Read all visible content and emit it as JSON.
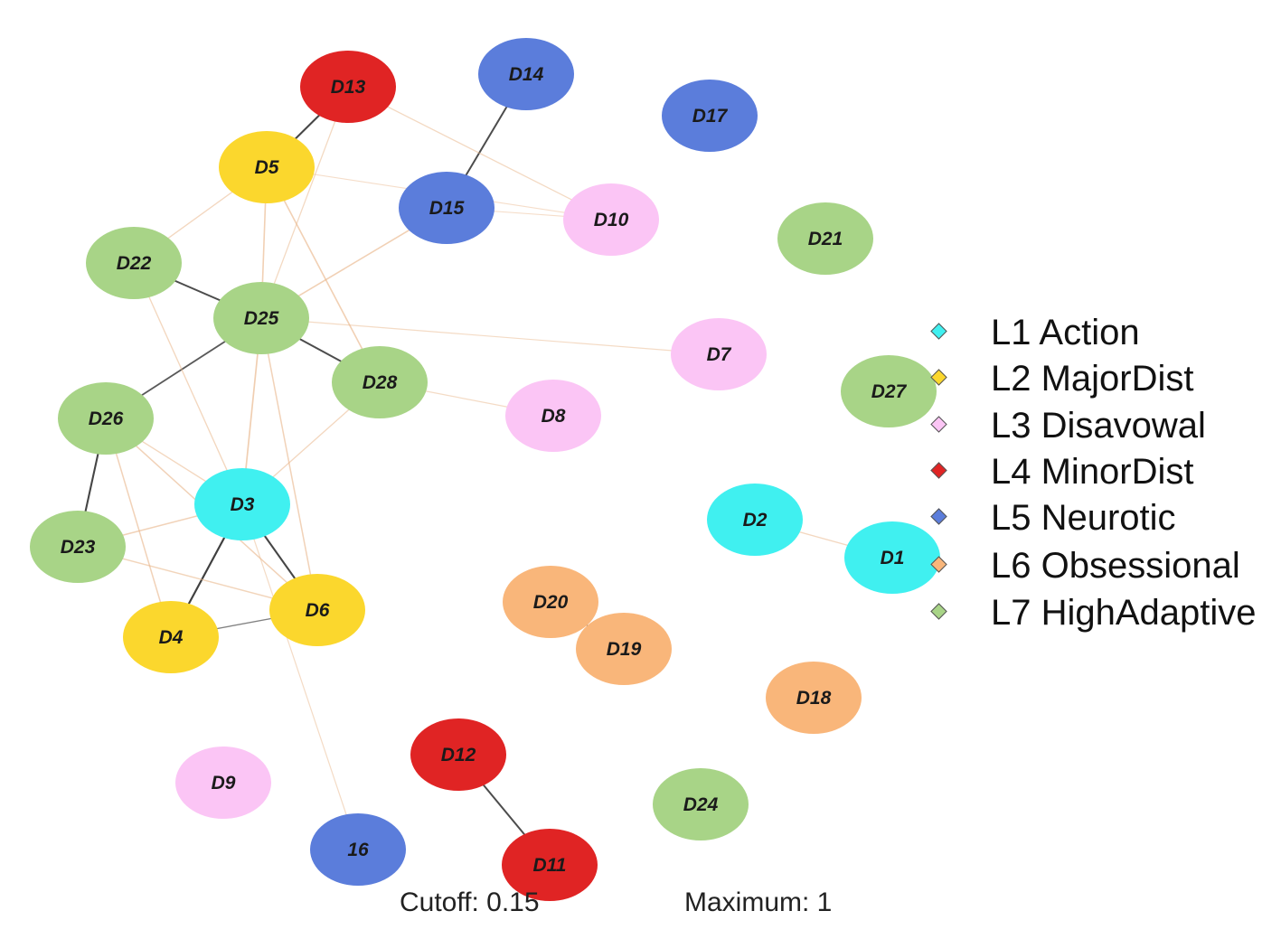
{
  "legend": {
    "items": [
      {
        "label": "L1 Action",
        "color": "#40f0f0"
      },
      {
        "label": "L2 MajorDist",
        "color": "#fbd72d"
      },
      {
        "label": "L3 Disavowal",
        "color": "#fbc5f5"
      },
      {
        "label": "L4 MinorDist",
        "color": "#e02424"
      },
      {
        "label": "L5 Neurotic",
        "color": "#5b7ddb"
      },
      {
        "label": "L6 Obsessional",
        "color": "#f9b67a"
      },
      {
        "label": "L7 HighAdaptive",
        "color": "#a8d487"
      }
    ]
  },
  "footer": {
    "cutoff": "Cutoff: 0.15",
    "maximum": "Maximum: 1"
  },
  "graph": {
    "nodes": [
      {
        "id": "D1",
        "label": "D1",
        "group": 0
      },
      {
        "id": "D2",
        "label": "D2",
        "group": 0
      },
      {
        "id": "D3",
        "label": "D3",
        "group": 0
      },
      {
        "id": "D4",
        "label": "D4",
        "group": 1
      },
      {
        "id": "D5",
        "label": "D5",
        "group": 1
      },
      {
        "id": "D6",
        "label": "D6",
        "group": 1
      },
      {
        "id": "D7",
        "label": "D7",
        "group": 2
      },
      {
        "id": "D8",
        "label": "D8",
        "group": 2
      },
      {
        "id": "D9",
        "label": "D9",
        "group": 2
      },
      {
        "id": "D10",
        "label": "D10",
        "group": 2
      },
      {
        "id": "D11",
        "label": "D11",
        "group": 3
      },
      {
        "id": "D12",
        "label": "D12",
        "group": 3
      },
      {
        "id": "D13",
        "label": "D13",
        "group": 3
      },
      {
        "id": "D14",
        "label": "D14",
        "group": 4
      },
      {
        "id": "D15",
        "label": "D15",
        "group": 4
      },
      {
        "id": "16",
        "label": "16",
        "group": 4
      },
      {
        "id": "D17",
        "label": "D17",
        "group": 4
      },
      {
        "id": "D18",
        "label": "D18",
        "group": 5
      },
      {
        "id": "D19",
        "label": "D19",
        "group": 5
      },
      {
        "id": "D20",
        "label": "D20",
        "group": 5
      },
      {
        "id": "D21",
        "label": "D21",
        "group": 6
      },
      {
        "id": "D22",
        "label": "D22",
        "group": 6
      },
      {
        "id": "D23",
        "label": "D23",
        "group": 6
      },
      {
        "id": "D24",
        "label": "D24",
        "group": 6
      },
      {
        "id": "D25",
        "label": "D25",
        "group": 6
      },
      {
        "id": "D26",
        "label": "D26",
        "group": 6
      },
      {
        "id": "D27",
        "label": "D27",
        "group": 6
      },
      {
        "id": "D28",
        "label": "D28",
        "group": 6
      }
    ],
    "edges": [
      {
        "from": "D5",
        "to": "D13",
        "sign": "positive",
        "strength": 0.8
      },
      {
        "from": "D14",
        "to": "D15",
        "sign": "positive",
        "strength": 0.75
      },
      {
        "from": "D22",
        "to": "D25",
        "sign": "positive",
        "strength": 0.75
      },
      {
        "from": "D25",
        "to": "D28",
        "sign": "positive",
        "strength": 0.75
      },
      {
        "from": "D25",
        "to": "D26",
        "sign": "positive",
        "strength": 0.65
      },
      {
        "from": "D26",
        "to": "D23",
        "sign": "positive",
        "strength": 0.8
      },
      {
        "from": "D3",
        "to": "D4",
        "sign": "positive",
        "strength": 0.85
      },
      {
        "from": "D3",
        "to": "D6",
        "sign": "positive",
        "strength": 0.8
      },
      {
        "from": "D12",
        "to": "D11",
        "sign": "positive",
        "strength": 0.75
      },
      {
        "from": "D20",
        "to": "D19",
        "sign": "positive",
        "strength": 0.5
      },
      {
        "from": "D2",
        "to": "D1",
        "sign": "negative",
        "strength": 0.35
      },
      {
        "from": "D4",
        "to": "D6",
        "sign": "positive",
        "strength": 0.35
      },
      {
        "from": "D13",
        "to": "D10",
        "sign": "negative",
        "strength": 0.3
      },
      {
        "from": "D13",
        "to": "D25",
        "sign": "negative",
        "strength": 0.3
      },
      {
        "from": "D15",
        "to": "D10",
        "sign": "negative",
        "strength": 0.2
      },
      {
        "from": "D15",
        "to": "D25",
        "sign": "negative",
        "strength": 0.5
      },
      {
        "from": "D5",
        "to": "D22",
        "sign": "negative",
        "strength": 0.35
      },
      {
        "from": "D5",
        "to": "D25",
        "sign": "negative",
        "strength": 0.5
      },
      {
        "from": "D5",
        "to": "D28",
        "sign": "negative",
        "strength": 0.5
      },
      {
        "from": "D5",
        "to": "D10",
        "sign": "negative",
        "strength": 0.2
      },
      {
        "from": "D25",
        "to": "D7",
        "sign": "negative",
        "strength": 0.25
      },
      {
        "from": "D28",
        "to": "D8",
        "sign": "negative",
        "strength": 0.25
      },
      {
        "from": "D25",
        "to": "D3",
        "sign": "negative",
        "strength": 0.55
      },
      {
        "from": "D25",
        "to": "D6",
        "sign": "negative",
        "strength": 0.45
      },
      {
        "from": "D22",
        "to": "D3",
        "sign": "negative",
        "strength": 0.35
      },
      {
        "from": "D28",
        "to": "D3",
        "sign": "negative",
        "strength": 0.35
      },
      {
        "from": "D26",
        "to": "D3",
        "sign": "negative",
        "strength": 0.35
      },
      {
        "from": "D26",
        "to": "D4",
        "sign": "negative",
        "strength": 0.45
      },
      {
        "from": "D26",
        "to": "D6",
        "sign": "negative",
        "strength": 0.45
      },
      {
        "from": "D23",
        "to": "D3",
        "sign": "negative",
        "strength": 0.45
      },
      {
        "from": "D23",
        "to": "D6",
        "sign": "negative",
        "strength": 0.4
      },
      {
        "from": "D3",
        "to": "16",
        "sign": "negative",
        "strength": 0.25
      }
    ]
  }
}
